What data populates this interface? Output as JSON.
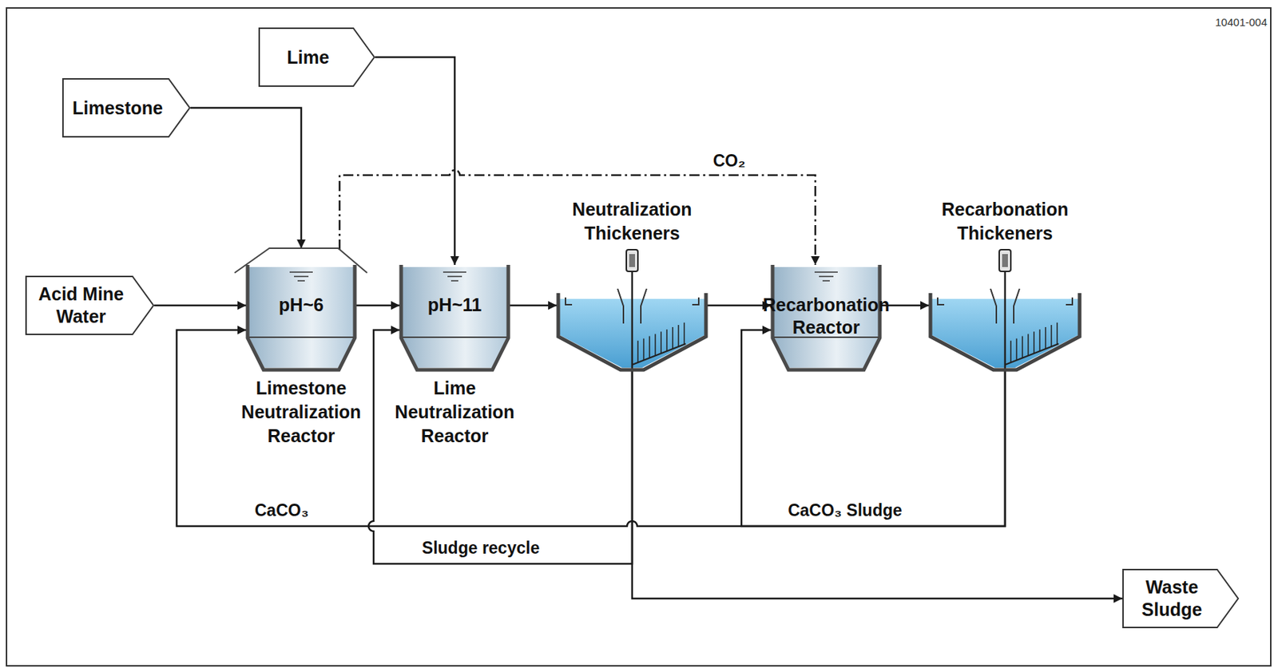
{
  "diagram": {
    "nodes": [
      {
        "text": [
          "Limestone"
        ]
      },
      {
        "text": [
          "Lime"
        ]
      },
      {
        "text": [
          "Acid Mine Water"
        ]
      },
      {
        "text": [
          "pH~6",
          "Limestone Neutralization Reactor"
        ]
      },
      {
        "text": [
          "pH~11",
          "Lime Neutralization Reactor"
        ]
      },
      {
        "text": [
          "Neutralization Thickeners"
        ]
      },
      {
        "text": [
          "Recarbonation Reactor"
        ]
      },
      {
        "text": [
          "Recarbonation Thickeners"
        ]
      },
      {
        "text": [
          "Waste Sludge"
        ]
      }
    ],
    "edges": [
      {
        "from": 0,
        "to": 3,
        "arrow": "to"
      },
      {
        "from": 1,
        "to": 4,
        "arrow": "to"
      },
      {
        "from": 2,
        "to": 3,
        "arrow": "to"
      },
      {
        "from": 3,
        "to": 4,
        "arrow": "to"
      },
      {
        "from": 4,
        "to": 5,
        "arrow": "to"
      },
      {
        "from": 5,
        "to": 6,
        "arrow": "to"
      },
      {
        "from": 6,
        "to": 7,
        "arrow": "to"
      },
      {
        "from": 3,
        "to": 6,
        "label": "CO₂",
        "arrow": "to"
      },
      {
        "from": 5,
        "to": 4,
        "label": "Sludge recycle",
        "arrow": "to"
      },
      {
        "from": 5,
        "to": 8,
        "arrow": "to"
      },
      {
        "from": 7,
        "to": 6,
        "label": "CaCO₃ Sludge",
        "arrow": "to"
      },
      {
        "from": 7,
        "to": 3,
        "label": "CaCO₃",
        "arrow": "to"
      }
    ],
    "labels": [
      "10401-004"
    ]
  }
}
